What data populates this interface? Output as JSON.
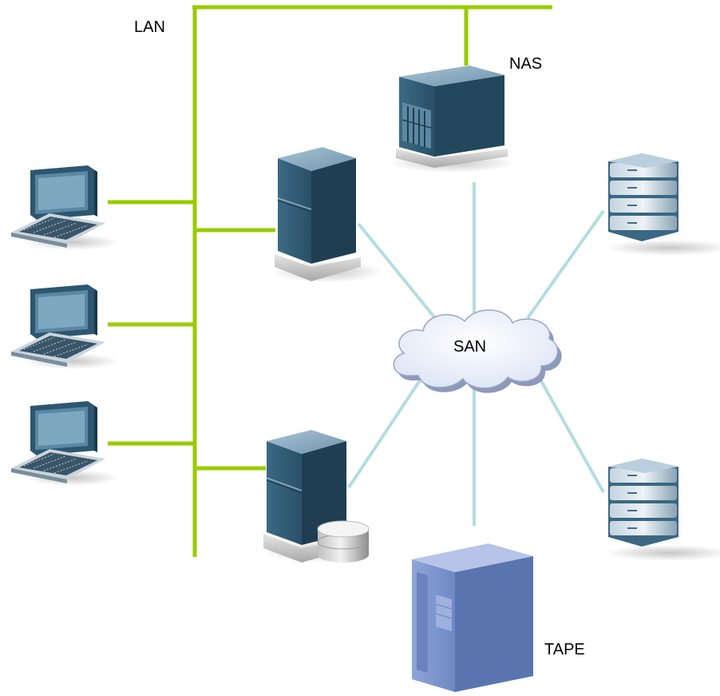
{
  "labels": {
    "lan": "LAN",
    "nas": "NAS",
    "san": "SAN",
    "tape": "TAPE"
  },
  "colors": {
    "lan_link": "#99cc00",
    "san_link": "#b3dde0",
    "server_dark": "#1f3e52",
    "server_mid": "#3d6d89",
    "server_light": "#7fa6bd",
    "tape_front": "#7a93cc",
    "tape_side": "#5a74b0",
    "cloud_fill": "#e8eefa",
    "cloud_edge": "#9aa6c4"
  },
  "icons": {
    "workstation": "desktop-computer-icon",
    "server": "tower-server-icon",
    "nas": "nas-appliance-icon",
    "disk_array": "disk-array-icon",
    "disk": "disk-cylinder-icon",
    "tape": "tape-library-icon",
    "cloud": "san-cloud-icon"
  }
}
